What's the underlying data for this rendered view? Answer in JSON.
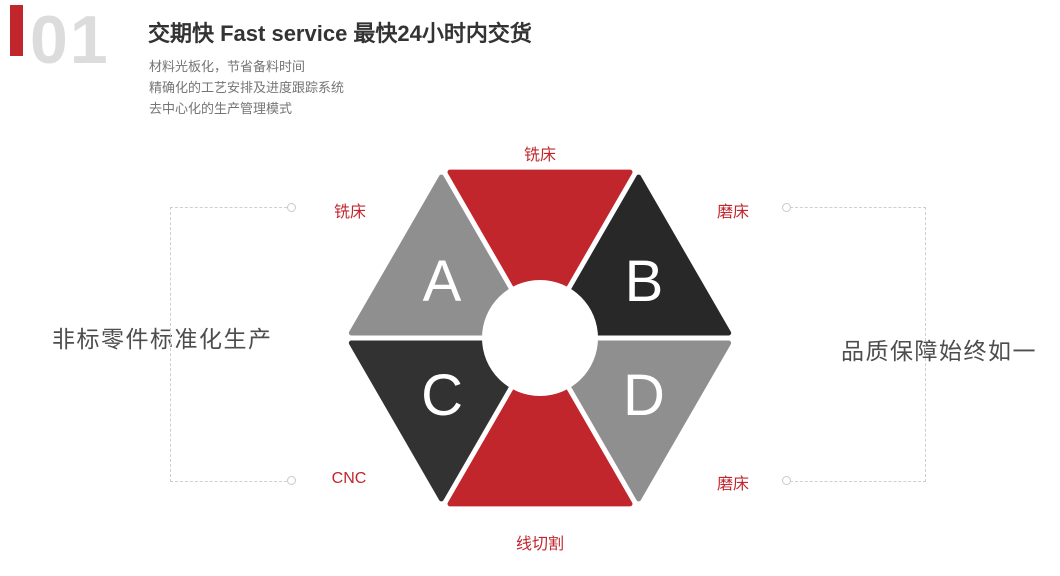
{
  "colors": {
    "accent_red": "#c1262d",
    "gray_segment": "#8f8f8f",
    "dark_segment": "#2a2a2a",
    "number_gray": "#dcdcdc",
    "caption_gray": "#4d4d4d",
    "dashed_line": "#cfcfcf"
  },
  "header": {
    "index_number": "01",
    "title": "交期快  Fast service 最快24小时内交货",
    "sub_lines": [
      "材料光板化，节省备料时间",
      "精确化的工艺安排及进度跟踪系统",
      "去中心化的生产管理模式"
    ]
  },
  "side": {
    "left_caption": "非标零件标准化生产",
    "right_caption": "品质保障始终如一"
  },
  "diagram": {
    "type": "hexagon-six-segments",
    "labels": {
      "top": "铣床",
      "bottom": "线切割",
      "left_top": "铣床",
      "left_bottom": "CNC",
      "right_top": "磨床",
      "right_bottom": "磨床"
    },
    "segments": {
      "top": {
        "color": "#c1262d",
        "letter": ""
      },
      "upper_left": {
        "color": "#8f8f8f",
        "letter": "A"
      },
      "upper_right": {
        "color": "#282828",
        "letter": "B"
      },
      "lower_left": {
        "color": "#323232",
        "letter": "C"
      },
      "lower_right": {
        "color": "#8f8f8f",
        "letter": "D"
      },
      "bottom": {
        "color": "#c1262d",
        "letter": ""
      }
    }
  }
}
